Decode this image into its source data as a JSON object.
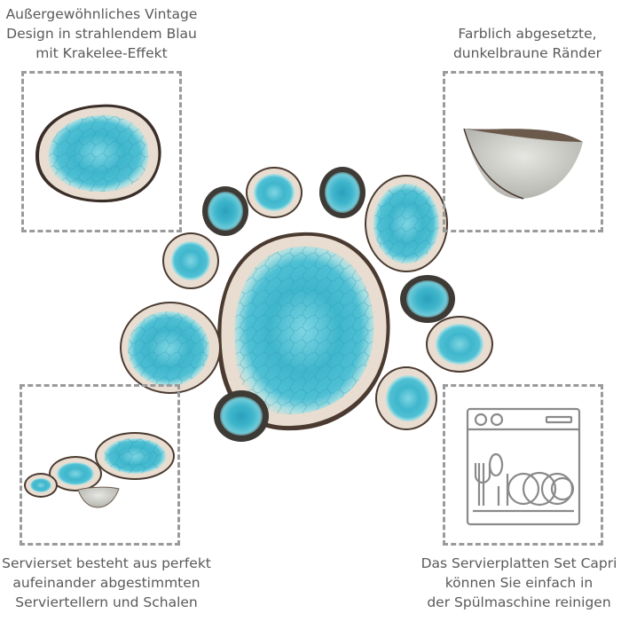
{
  "captions": {
    "top_left": [
      "Außergewöhnliches Vintage",
      "Design in strahlendem Blau",
      "mit Krakelee-Effekt"
    ],
    "top_right": [
      "Farblich abgesetzte,",
      "dunkelbraune Ränder"
    ],
    "bottom_left": [
      "Servierset besteht aus perfekt",
      "aufeinander abgestimmten",
      "Serviertellern und Schalen"
    ],
    "bottom_right": [
      "Das Servierplatten Set Capri",
      "können Sie einfach in",
      "der Spülmaschine reinigen"
    ]
  },
  "colors": {
    "turquoise": "#3fb6cc",
    "turquoise_light": "#7fd6e3",
    "rim": "#e8ddd0",
    "edge_brown": "#4a3a30",
    "frame": "#9a9a9a",
    "icon_gray": "#8a8a8a"
  },
  "icons": {
    "dishwasher": "dishwasher-icon"
  }
}
